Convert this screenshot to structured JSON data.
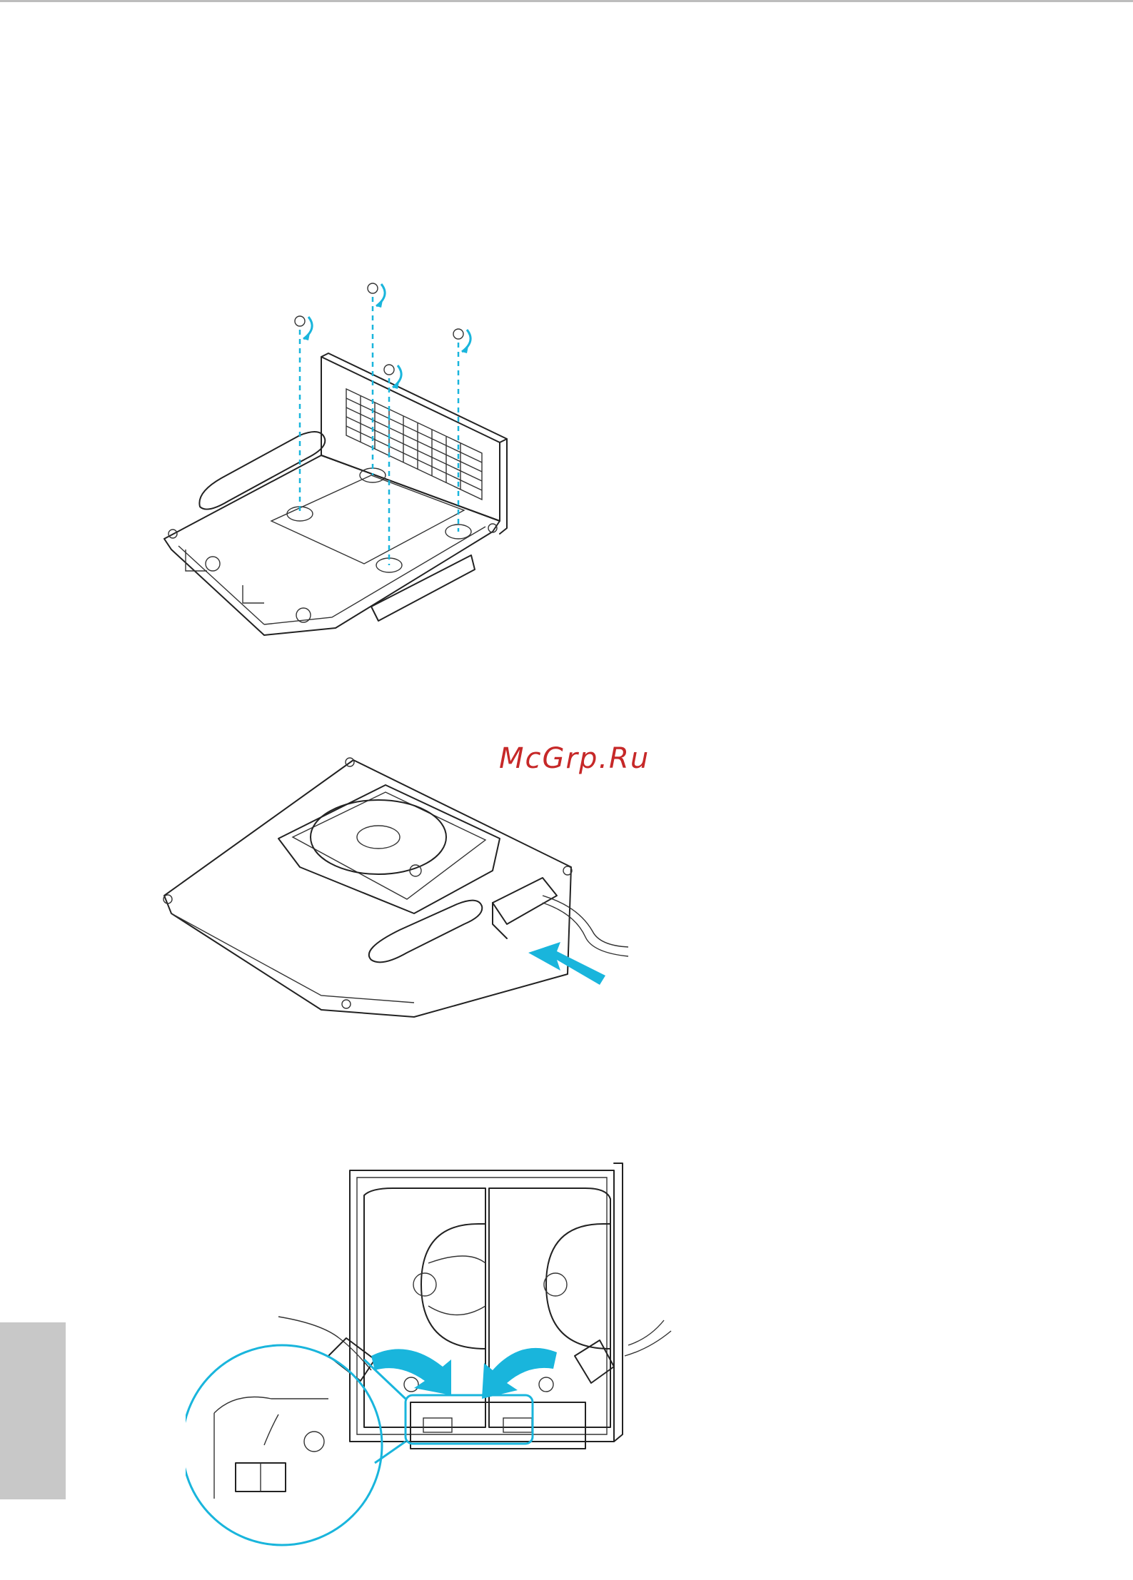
{
  "watermark": {
    "text": "McGrp.Ru"
  },
  "colors": {
    "accent": "#19b5dc",
    "watermark": "#c62828",
    "side_tab": "#c8c8c8"
  },
  "figures": [
    {
      "id": "fig-1",
      "icon": "screw-removal-illustration",
      "screw_count": 4
    },
    {
      "id": "fig-2",
      "icon": "drive-install-illustration"
    },
    {
      "id": "fig-3",
      "icon": "cable-connection-illustration"
    }
  ]
}
